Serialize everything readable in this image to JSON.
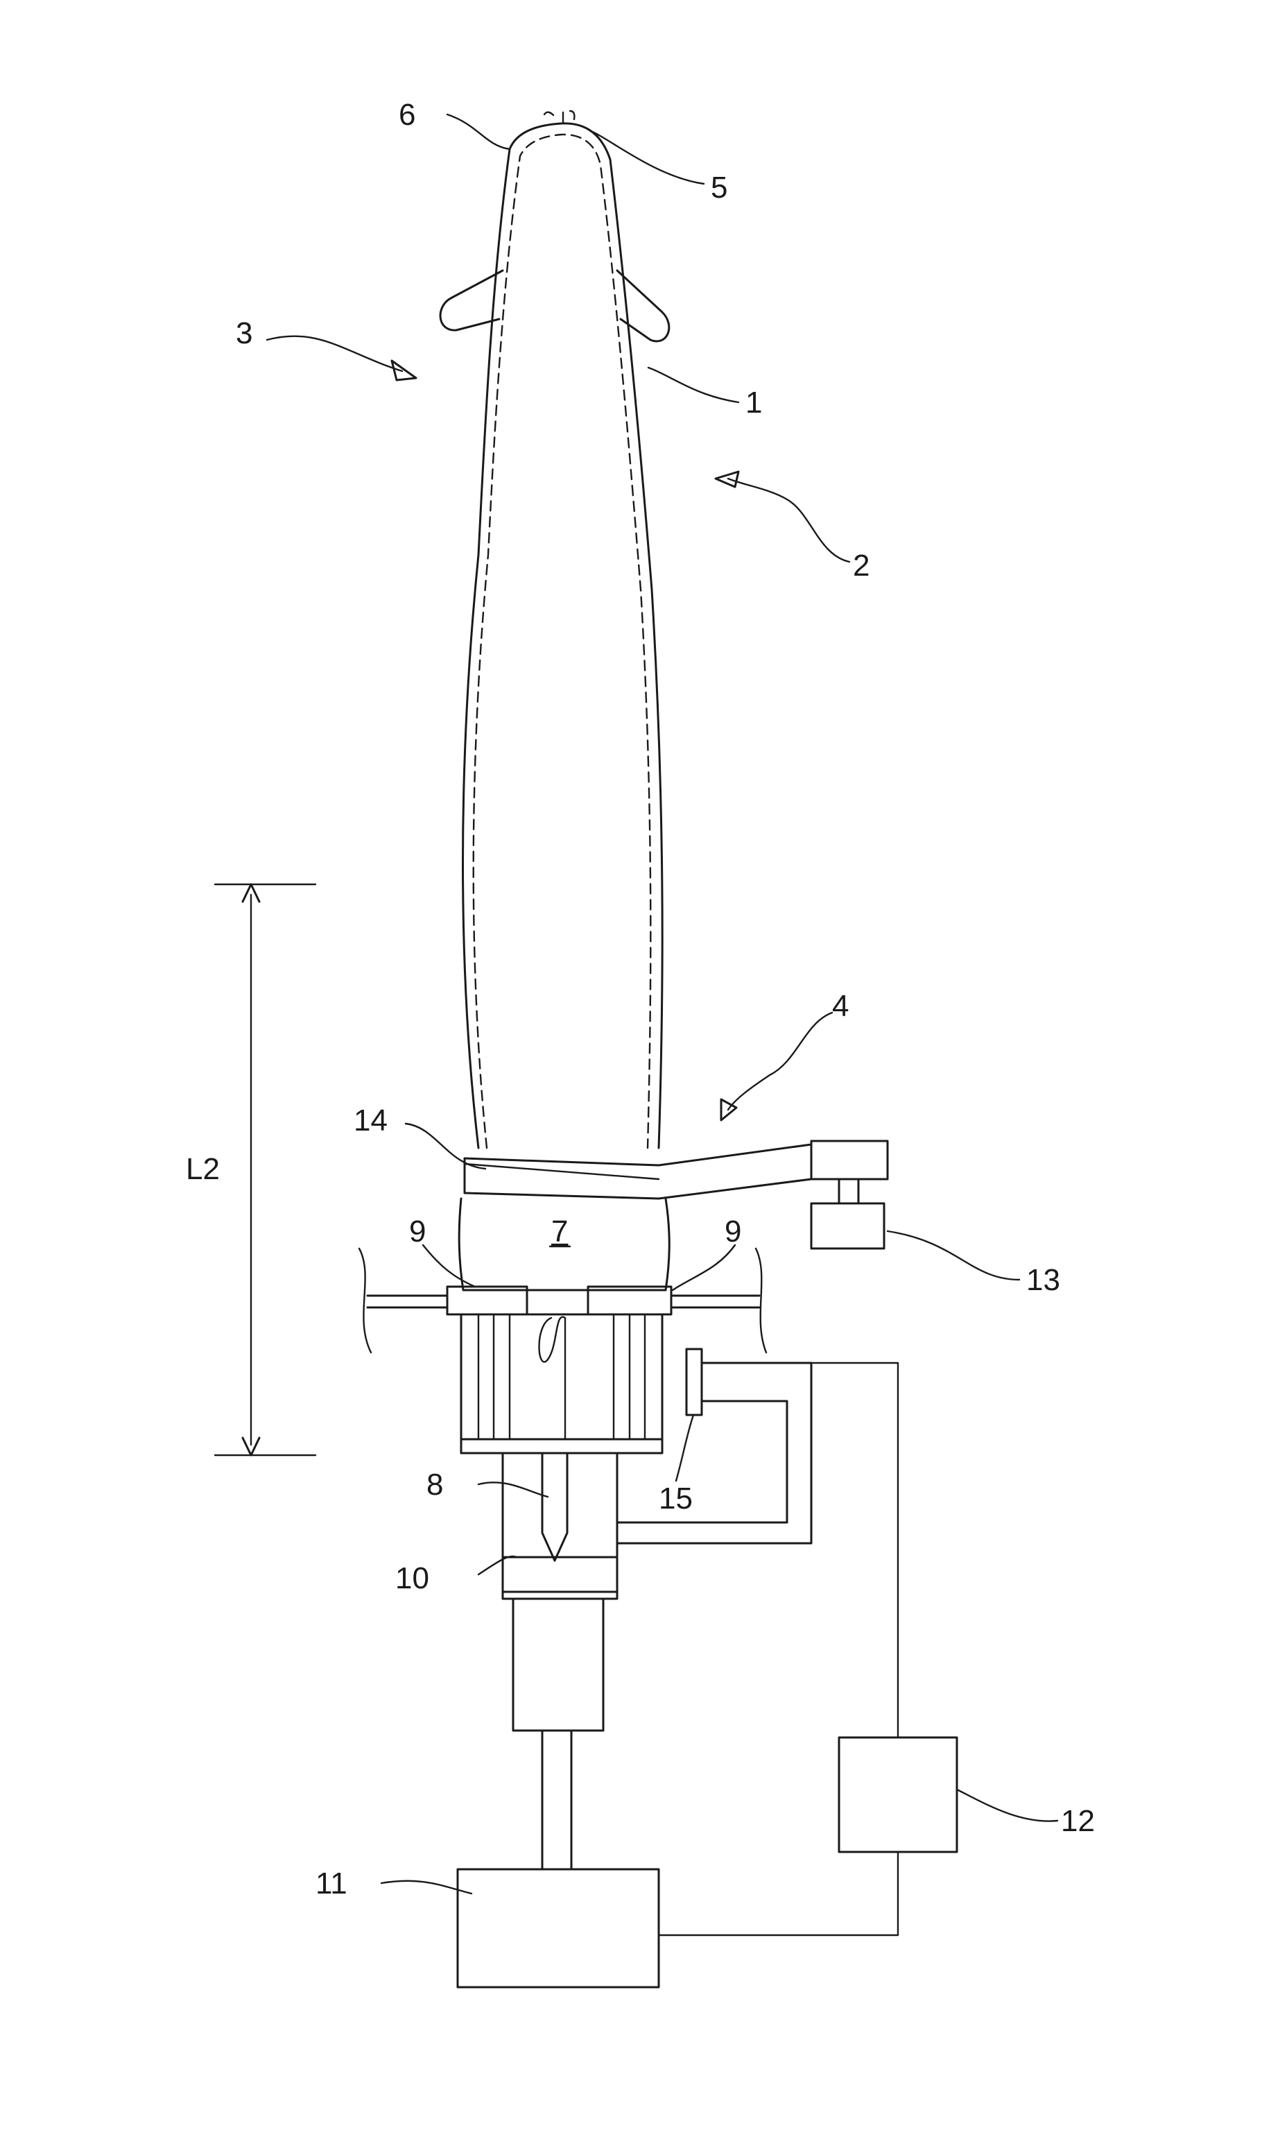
{
  "labels": {
    "ref_1": "1",
    "ref_2": "2",
    "ref_3": "3",
    "ref_4": "4",
    "ref_5": "5",
    "ref_6": "6",
    "ref_7": "7",
    "ref_8": "8",
    "ref_9_left": "9",
    "ref_9_right": "9",
    "ref_10": "10",
    "ref_11": "11",
    "ref_12": "12",
    "ref_13": "13",
    "ref_14": "14",
    "ref_15": "15",
    "dim_L2": "L2"
  }
}
